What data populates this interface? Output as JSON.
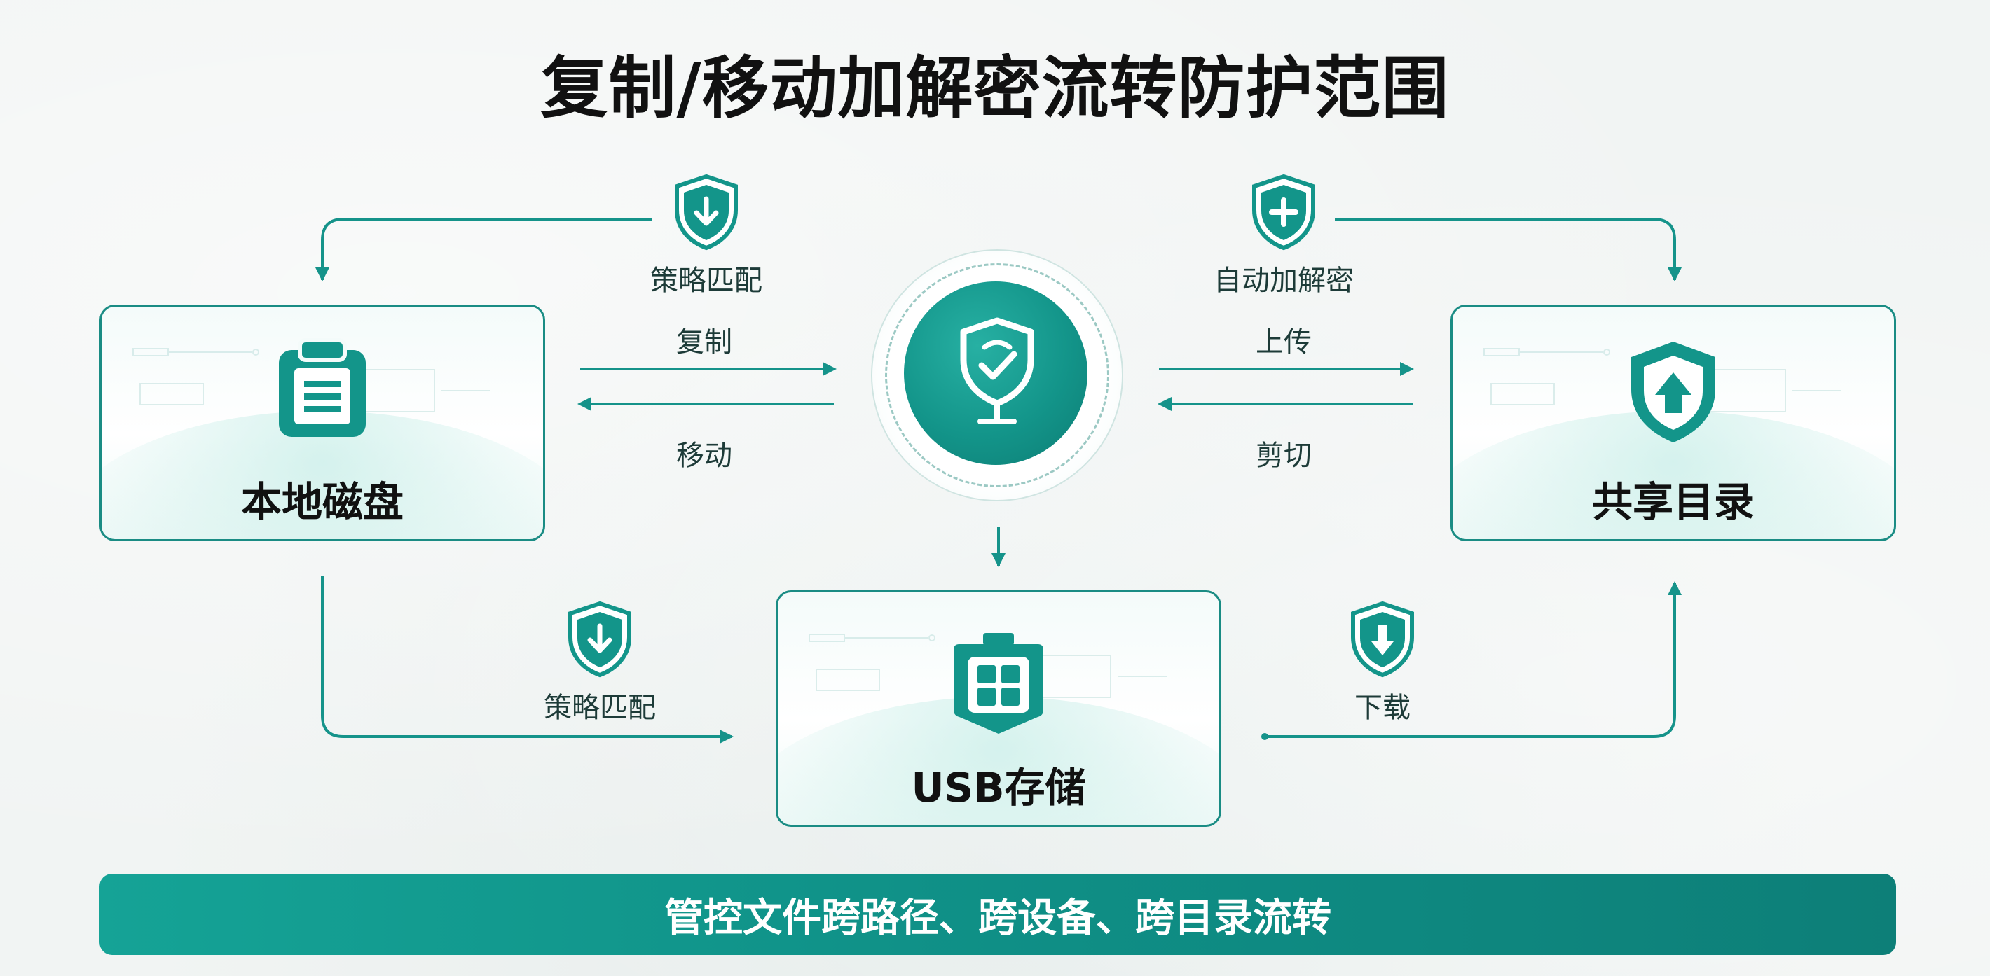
{
  "title": "复制/移动加解密流转防护范围",
  "nodes": {
    "local_disk": "本地磁盘",
    "shared_dir": "共享目录",
    "usb": "USB存储"
  },
  "labels": {
    "policy_match_top": "策略匹配",
    "copy": "复制",
    "move": "移动",
    "auto_crypt": "自动加解密",
    "upload": "上传",
    "cut": "剪切",
    "policy_match_bottom": "策略匹配",
    "download": "下载"
  },
  "banner": "管控文件跨路径、跨设备、跨目录流转",
  "icons": {
    "hub": "shield-check-icon",
    "local_disk": "clipboard-icon",
    "shared_dir": "shield-up-arrow-icon",
    "usb": "usb-grid-icon",
    "policy_top": "shield-down-arrow-icon",
    "auto_crypt": "shield-plus-icon",
    "policy_bottom": "shield-down-arrow-icon",
    "download": "shield-down-arrow-icon"
  },
  "colors": {
    "teal": "#13958a",
    "teal_dark": "#0d7d74",
    "background": "#f1f4f3"
  }
}
